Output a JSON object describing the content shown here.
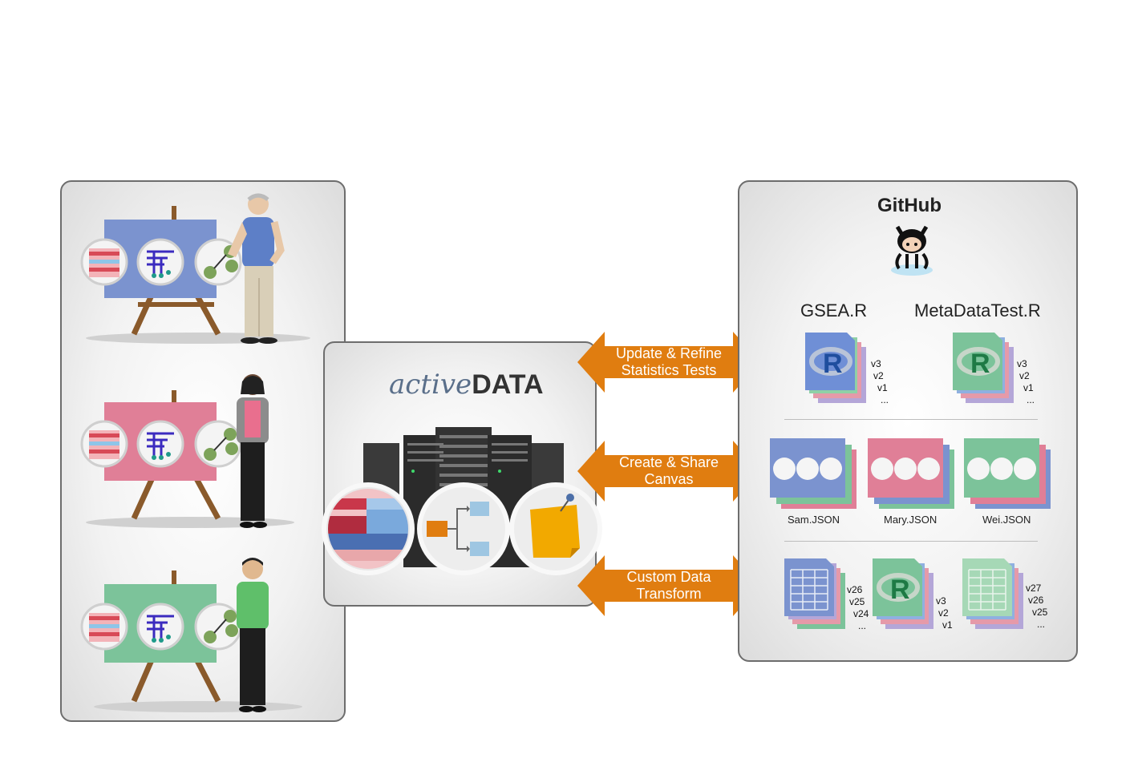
{
  "center": {
    "brand_light": "active",
    "brand_bold": "DATA"
  },
  "right": {
    "title": "GitHub",
    "r_files": [
      {
        "name": "GSEA.R",
        "versions": [
          "v3",
          "v2",
          "v1",
          "..."
        ]
      },
      {
        "name": "MetaDataTest.R",
        "versions": [
          "v3",
          "v2",
          "v1",
          "..."
        ]
      }
    ],
    "canvases": [
      {
        "name": "Sam.JSON",
        "color": "#7b93cf"
      },
      {
        "name": "Mary.JSON",
        "color": "#e07f97"
      },
      {
        "name": "Wei.JSON",
        "color": "#7cc39a"
      }
    ],
    "transforms": [
      {
        "versions": [
          "v26",
          "v25",
          "v24",
          "..."
        ]
      },
      {
        "versions": [
          "v3",
          "v2",
          "v1",
          "..."
        ]
      },
      {
        "versions": [
          "v27",
          "v26",
          "v25",
          "..."
        ]
      }
    ]
  },
  "arrows": [
    {
      "line1": "Update & Refine",
      "line2": "Statistics Tests"
    },
    {
      "line1": "Create & Share",
      "line2": "Canvas"
    },
    {
      "line1": "Custom Data",
      "line2": "Transform"
    }
  ],
  "colors": {
    "arrow": "#e07d10",
    "easel_blue": "#7b93cf",
    "easel_pink": "#e07f97",
    "easel_green": "#7cc39a",
    "r_blue": "#1f4e9e",
    "r_green": "#1e7a45"
  }
}
